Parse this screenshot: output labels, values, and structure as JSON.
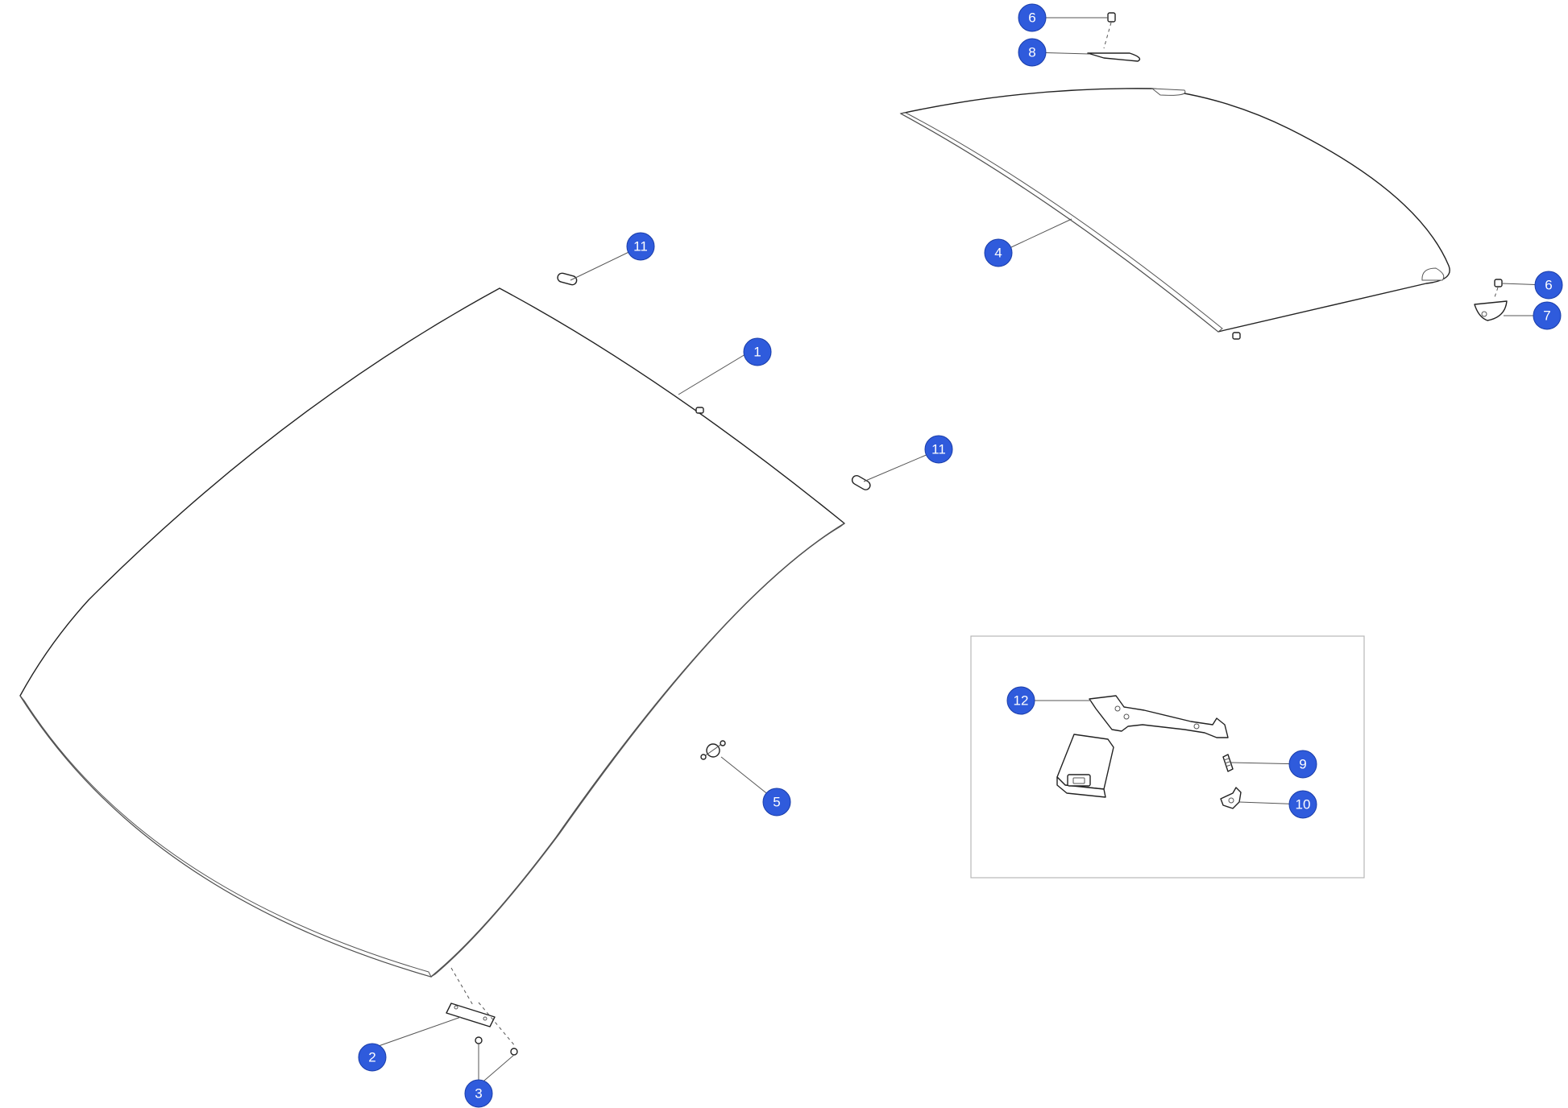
{
  "callouts": {
    "c1": "1",
    "c2": "2",
    "c3": "3",
    "c4": "4",
    "c5": "5",
    "c6a": "6",
    "c6b": "6",
    "c7": "7",
    "c8": "8",
    "c9": "9",
    "c10": "10",
    "c11a": "11",
    "c11b": "11",
    "c12": "12"
  },
  "colors": {
    "callout_fill": "#2f5bdc",
    "line": "#222222",
    "inset_border": "#b8b8b8"
  }
}
